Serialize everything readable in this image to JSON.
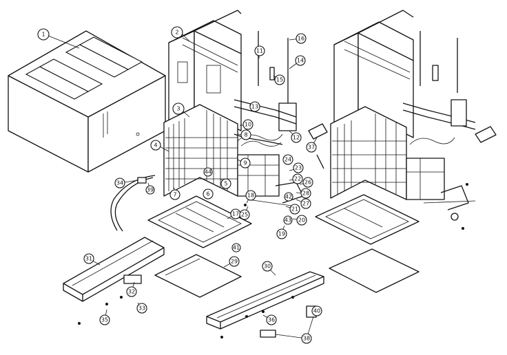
{
  "callouts": [
    {
      "id": "c1",
      "label": "1"
    },
    {
      "id": "c2",
      "label": "2"
    },
    {
      "id": "c3",
      "label": "3"
    },
    {
      "id": "c4",
      "label": "4"
    },
    {
      "id": "c5",
      "label": "5"
    },
    {
      "id": "c6",
      "label": "6"
    },
    {
      "id": "c7",
      "label": "7"
    },
    {
      "id": "c8",
      "label": "8"
    },
    {
      "id": "c9",
      "label": "9"
    },
    {
      "id": "c10",
      "label": "10"
    },
    {
      "id": "c11",
      "label": "11"
    },
    {
      "id": "c12",
      "label": "12"
    },
    {
      "id": "c13",
      "label": "13"
    },
    {
      "id": "c14",
      "label": "14"
    },
    {
      "id": "c15",
      "label": "15"
    },
    {
      "id": "c16",
      "label": "16"
    },
    {
      "id": "c17",
      "label": "17"
    },
    {
      "id": "c18",
      "label": "18"
    },
    {
      "id": "c19",
      "label": "19"
    },
    {
      "id": "c20",
      "label": "20"
    },
    {
      "id": "c21",
      "label": "21"
    },
    {
      "id": "c22",
      "label": "22"
    },
    {
      "id": "c23",
      "label": "23"
    },
    {
      "id": "c24",
      "label": "24"
    },
    {
      "id": "c25",
      "label": "25"
    },
    {
      "id": "c26",
      "label": "26"
    },
    {
      "id": "c27",
      "label": "27"
    },
    {
      "id": "c28",
      "label": "28"
    },
    {
      "id": "c29",
      "label": "29"
    },
    {
      "id": "c30",
      "label": "30"
    },
    {
      "id": "c31",
      "label": "31"
    },
    {
      "id": "c32",
      "label": "32"
    },
    {
      "id": "c33",
      "label": "33"
    },
    {
      "id": "c34",
      "label": "34"
    },
    {
      "id": "c35",
      "label": "35"
    },
    {
      "id": "c36",
      "label": "36"
    },
    {
      "id": "c37",
      "label": "37"
    },
    {
      "id": "c38",
      "label": "38"
    },
    {
      "id": "c39",
      "label": "39"
    },
    {
      "id": "c40",
      "label": "40"
    },
    {
      "id": "c41",
      "label": "41"
    },
    {
      "id": "c42",
      "label": "42"
    },
    {
      "id": "c43",
      "label": "43"
    },
    {
      "id": "c44",
      "label": "44"
    }
  ],
  "colors": {
    "ink": "#111111",
    "paper": "#ffffff"
  }
}
